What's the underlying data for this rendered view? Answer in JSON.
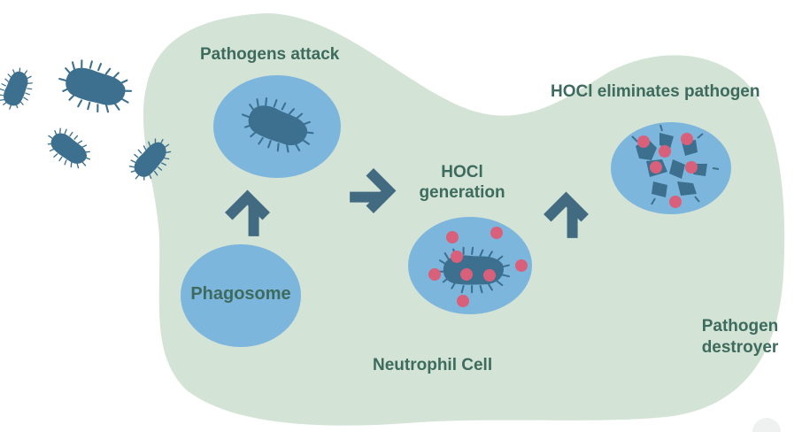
{
  "labels": {
    "pathogens_attack": "Pathogens attack",
    "phagosome": "Phagosome",
    "hocl_generation_line1": "HOCl",
    "hocl_generation_line2": "generation",
    "hocl_eliminates": "HOCl eliminates pathogen",
    "neutrophil_cell": "Neutrophil Cell",
    "pathogen_destroyer_line1": "Pathogen",
    "pathogen_destroyer_line2": "destroyer"
  },
  "colors": {
    "cell_fill": "#d3e3d6",
    "vesicle_fill": "#7db6dd",
    "bacteria_fill": "#3d6f8f",
    "arrow_fill": "#426a80",
    "hocl_dot": "#d9607a",
    "text": "#3d6b5e"
  },
  "icons": [
    "bacterium-icon",
    "arrow-icon",
    "hocl-molecule-icon"
  ]
}
